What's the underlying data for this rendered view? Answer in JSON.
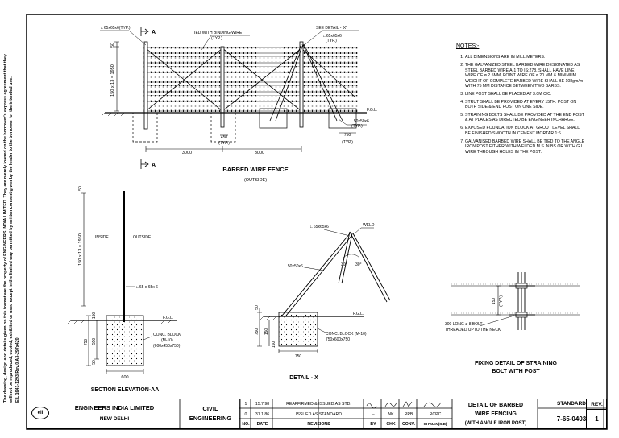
{
  "side_note": {
    "lines": [
      "The drawing, design and details given on this format are the property of ENGINEERS INDIA LIMITED. They are merely loaned on the borrower's express agreement that they",
      "will not be reproduced, copied, exhibited or used except in the limited way permitted by written consent given by the lender to the borrower for the intended use.",
      "EIL 1641-1293 Rev.0 A3-297x420"
    ]
  },
  "fence": {
    "title": "BARBED WIRE FENCE",
    "subtitle": "(OUTSIDE)",
    "section_marker": "A",
    "labels": {
      "angle_post": "∟65x65x6(TYP.)",
      "tied": "TIED WITH BINDING WIRE",
      "tied_typ": "(TYP.)",
      "see_detail": "SEE DETAIL - 'X'",
      "strut": "∟65x65x6",
      "strut_typ": "(TYP.)",
      "bracket": "∟50x50x6",
      "bracket_typ": "(TYP.)",
      "fgl": "F.G.L.",
      "height": "150 x 13 = 1950",
      "top": "50",
      "dim_450": "450",
      "dim_450_typ": "(TYP.)",
      "dim_750": "750",
      "dim_750_typ": "(TYP.)",
      "span_1": "3000",
      "span_2": "3000"
    }
  },
  "section_aa": {
    "title": "SECTION ELEVATION-AA",
    "labels": {
      "inside": "INSIDE",
      "outside": "OUTSIDE",
      "post": "∟65 x 65x 6",
      "fgl": "F.G.L.",
      "height": "150 x 13 = 1950",
      "top": "50",
      "dim_750": "750",
      "dim_550": "550",
      "dim_50": "50",
      "dim_150": "150",
      "width": "600",
      "block": "CONC. BLOCK",
      "block_mix": "(M-10)",
      "block_size": "(600x450x750)"
    }
  },
  "detail_x": {
    "title": "DETAIL - X",
    "labels": {
      "angle": "∟65x65x6",
      "weld": "WELD",
      "strut": "∟50x50x6",
      "deg_1": "30°",
      "deg_2": "30°",
      "fgl": "F.G.L.",
      "dim_50": "50",
      "dim_750": "750",
      "dim_150a": "150",
      "dim_150b": "150",
      "dim_750b": "750",
      "block": "CONC. BLOCK (M-10)",
      "block_size": "750x600x750"
    }
  },
  "fixing": {
    "title_1": "FIXING DETAIL OF STRAINING",
    "title_2": "BOLT WITH POST",
    "bolt_1": "300 LONG ø 8 BOLT",
    "bolt_2": "THREADED UPTO THE NECK",
    "dim_150": "150",
    "dim_typ": "(TYP.)"
  },
  "notes": {
    "title": "NOTES:-",
    "items": [
      "ALL DIMENSIONS ARE IN MILLIMETERS.",
      "THE GALVANIZED STEEL BARBED WIRE DESIGNATED AS STEEL BARBED WIRE A-1 TO IS:278. SHALL HAVE LINE WIRE OF ø 2.5MM, POINT WIRE OF ø 20 MM & MINIMUM WEIGHT OF COMPLETE BARBED WIRE SHALL BE 108gm/m WITH 75 MM DISTANCE BETWEEN TWO BARBS.",
      "LINE POST SHALL BE PLACED AT 3.0M C/C.",
      "STRUT SHALL BE PROVIDED AT EVERY 15TH. POST ON BOTH SIDE & END POST ON ONE SIDE.",
      "STRAINING BOLTS SHALL BE PROVIDED AT THE END POST & AT PLACES AS DIRECTED BE ENGINEER INCHARGE.",
      "EXPOSED FOUNDATION BLOCK AT GROUT LEVEL SHALL BE FINISHED SMOOTH IN CEMENT MORTAR 1:6.",
      "GALVANISED BARBED WIRE SHALL BE TIED TO THE ANGLE IRON POST EITHER WITH WELDED M.S. NIBS OR WITH G.I. WIRE THROUGH HOLES IN THE POST."
    ]
  },
  "title_block": {
    "company": "ENGINEERS INDIA LIMITED",
    "city": "NEW DELHI",
    "dept_1": "CIVIL",
    "dept_2": "ENGINEERING",
    "revisions": [
      {
        "no": "1",
        "date": "15.7.98",
        "desc": "REAFFIRMED & ISSUED AS STD.",
        "by": "",
        "chk": "",
        "conv": "",
        "chm": ""
      },
      {
        "no": "0",
        "date": "31.1.86",
        "desc": "ISSUED AS STANDARD",
        "by": "--",
        "chk": "NK",
        "conv": "RPB",
        "chm": "RCPC"
      }
    ],
    "rev_headers": [
      "NO.",
      "DATE",
      "REVISIONS",
      "BY",
      "CHK",
      "CONV.",
      "CH'MAN(S.B)"
    ],
    "drawing_title": [
      "DETAIL OF BARBED",
      "WIRE FENCING",
      "(WITH ANGLE IRON POST)"
    ],
    "standard_label": "STANDARD",
    "standard_no": "7-65-0403",
    "rev_label": "REV.",
    "rev_no": "1"
  }
}
